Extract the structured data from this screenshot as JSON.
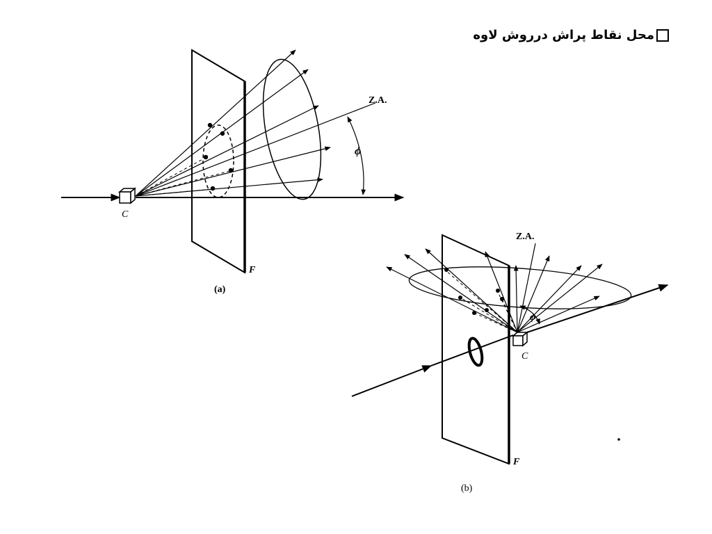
{
  "title": "محل نقاط پراش درروش لاوه",
  "figure_a": {
    "crystal_label": "C",
    "film_label": "F",
    "axis_label": "Z.A.",
    "angle_label": "ϕ",
    "caption": "(a)"
  },
  "figure_b": {
    "crystal_label": "C",
    "film_label": "F",
    "axis_label": "Z.A.",
    "angle_label": "ϕ",
    "caption": "(b)"
  }
}
